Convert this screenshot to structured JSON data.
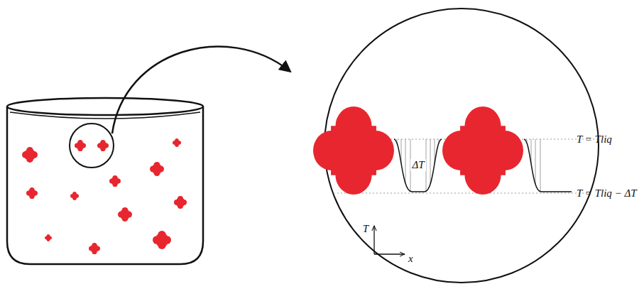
{
  "diagram": {
    "labels": [
      "ΔT",
      "T = Tliq",
      "T = Tliq − ΔT",
      "T",
      "x"
    ]
  }
}
